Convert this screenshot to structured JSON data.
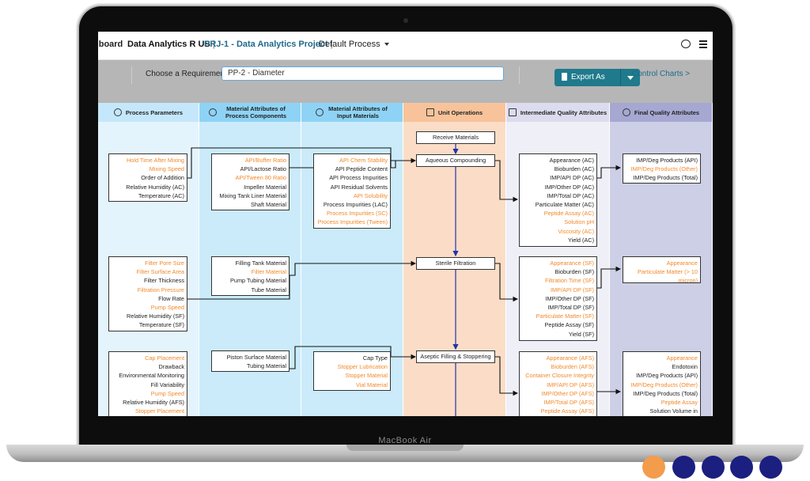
{
  "device": {
    "label": "MacBook Air"
  },
  "topbar": {
    "breadcrumb_dashboard": "nboard",
    "org": "Data Analytics R US",
    "separator": "|",
    "project": "PRJ-1 - Data Analytics Project",
    "process": "Default Process",
    "icons": [
      "chat-icon",
      "menu-icon"
    ]
  },
  "requirement": {
    "label": "Choose a Requirement:",
    "value": "PP-2 - Diameter"
  },
  "toolbar": {
    "export_label": "Export As",
    "control_charts": "Control Charts >",
    "accent": "#1f7a8c"
  },
  "columns": [
    {
      "title": "Process Parameters",
      "color": "#c5e7fb",
      "icon": "cycle-icon"
    },
    {
      "title": "Material Attributes of Process Components",
      "color": "#8ed3f5",
      "icon": "component-icon"
    },
    {
      "title": "Material Attributes of Input Materials",
      "color": "#8ed3f5",
      "icon": "flask-icon"
    },
    {
      "title": "Unit Operations",
      "color": "#f8c39b",
      "icon": "enter-icon"
    },
    {
      "title": "Intermediate Quality Attributes",
      "color": "#dcdcef",
      "icon": "chart-icon"
    },
    {
      "title": "Final Quality Attributes",
      "color": "#a6a8d2",
      "icon": "award-icon"
    }
  ],
  "colors": {
    "highlight": "#f08a2c",
    "text": "#222222",
    "flow_arrow": "#2233aa"
  },
  "process_parameters": [
    [
      [
        "Hold Time After Mixing",
        true
      ],
      [
        "Mixing Speed",
        true
      ],
      [
        "Order of Addition",
        false
      ],
      [
        "Relative Humidity (AC)",
        false
      ],
      [
        "Temperature (AC)",
        false
      ]
    ],
    [
      [
        "Filter Pore Size",
        true
      ],
      [
        "Filter Surface Area",
        true
      ],
      [
        "Filter Thickness",
        false
      ],
      [
        "Filtration Pressure",
        true
      ],
      [
        "Flow Rate",
        false
      ],
      [
        "Pump Speed",
        true
      ],
      [
        "Relative Humidity (SF)",
        false
      ],
      [
        "Temperature (SF)",
        false
      ]
    ],
    [
      [
        "Cap Placement",
        true
      ],
      [
        "Drawback",
        false
      ],
      [
        "Environmental Monitoring",
        false
      ],
      [
        "Fill Variability",
        false
      ],
      [
        "Pump Speed",
        true
      ],
      [
        "Relative Humidity (AFS)",
        false
      ],
      [
        "Stopper Placement",
        true
      ]
    ]
  ],
  "process_components": [
    [
      [
        "API/Buffer Ratio",
        true
      ],
      [
        "API/Lactose Ratio",
        false
      ],
      [
        "API/Tween 80 Ratio",
        true
      ],
      [
        "Impeller Material",
        false
      ],
      [
        "Mixing Tank Liner Material",
        false
      ],
      [
        "Shaft Material",
        false
      ]
    ],
    [
      [
        "Filling Tank Material",
        false
      ],
      [
        "Filter Material",
        true
      ],
      [
        "Pump Tubing Material",
        false
      ],
      [
        "Tube Material",
        false
      ]
    ],
    [
      [
        "Piston Surface Material",
        false
      ],
      [
        "Tubing Material",
        false
      ]
    ]
  ],
  "input_materials": [
    [
      [
        "API Chem Stability",
        true
      ],
      [
        "API Peptide Content",
        false
      ],
      [
        "API Process Impurities",
        false
      ],
      [
        "API Residual Solvents",
        false
      ],
      [
        "API Solubility",
        true
      ],
      [
        "Process Impurities (LAC)",
        false
      ],
      [
        "Process Impurities (SC)",
        true
      ],
      [
        "Process Impurities (Tween)",
        true
      ]
    ],
    [
      [
        "Cap Type",
        false
      ],
      [
        "Stopper Lubrication",
        true
      ],
      [
        "Stopper Material",
        true
      ],
      [
        "Vial Material",
        true
      ]
    ]
  ],
  "unit_operations": [
    "Receive Materials",
    "Aqueous Compounding",
    "Sterile Filtration",
    "Aseptic Filling & Stoppering"
  ],
  "intermediate_qa": [
    [
      [
        "Appearance (AC)",
        false
      ],
      [
        "Bioburden (AC)",
        false
      ],
      [
        "IMP/API DP (AC)",
        false
      ],
      [
        "IMP/Other DP (AC)",
        false
      ],
      [
        "IMP/Total DP (AC)",
        false
      ],
      [
        "Particulate Matter (AC)",
        false
      ],
      [
        "Peptide Assay (AC)",
        true
      ],
      [
        "Solution pH",
        true
      ],
      [
        "Viscosity (AC)",
        true
      ],
      [
        "Yield (AC)",
        false
      ]
    ],
    [
      [
        "Appearance (SF)",
        true
      ],
      [
        "Bioburden (SF)",
        false
      ],
      [
        "Filtration Time (SF)",
        true
      ],
      [
        "IMP/API DP (SF)",
        true
      ],
      [
        "IMP/Other DP (SF)",
        false
      ],
      [
        "IMP/Total DP (SF)",
        false
      ],
      [
        "Particulate Matter (SF)",
        true
      ],
      [
        "Peptide Assay (SF)",
        false
      ],
      [
        "Yield (SF)",
        false
      ]
    ],
    [
      [
        "Appearance (AFS)",
        true
      ],
      [
        "Bioburden (AFS)",
        true
      ],
      [
        "Container Closure Integrity",
        true
      ],
      [
        "IMP/API DP (AFS)",
        true
      ],
      [
        "IMP/Other DP (AFS)",
        true
      ],
      [
        "IMP/Total DP (AFS)",
        true
      ],
      [
        "Peptide Assay (AFS)",
        true
      ]
    ]
  ],
  "final_qa": [
    [
      [
        "IMP/Deg Products (API)",
        false
      ],
      [
        "IMP/Deg Products (Other)",
        true
      ],
      [
        "IMP/Deg Products (Total)",
        false
      ]
    ],
    [
      [
        "Appearance",
        true
      ],
      [
        "Particulate Matter (> 10 micron)",
        true
      ]
    ],
    [
      [
        "Appearance",
        true
      ],
      [
        "Endotoxin",
        false
      ],
      [
        "IMP/Deg Products (API)",
        false
      ],
      [
        "IMP/Deg Products (Other)",
        true
      ],
      [
        "IMP/Deg Products (Total)",
        false
      ],
      [
        "Peptide Assay",
        true
      ],
      [
        "Solution Volume in",
        false
      ]
    ]
  ],
  "pagination_dots": {
    "count": 5,
    "active": 0,
    "active_color": "#f39c4c",
    "color": "#1b1f7f"
  }
}
